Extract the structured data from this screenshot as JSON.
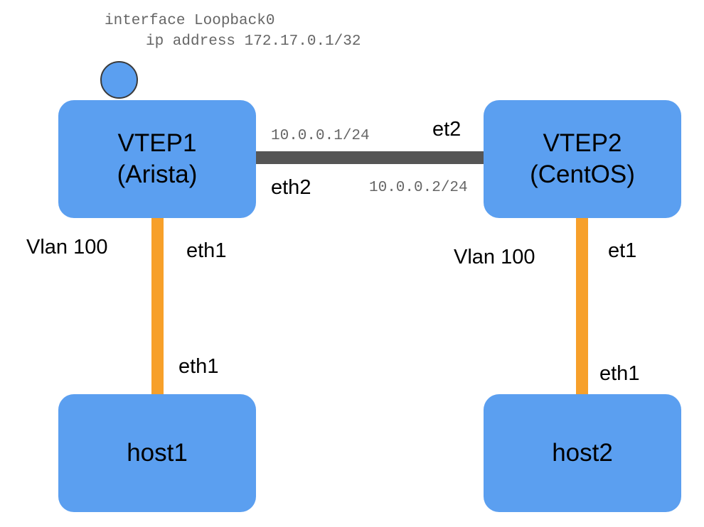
{
  "config_snippet": {
    "line1": "interface Loopback0",
    "line2": "ip address 172.17.0.1/32"
  },
  "nodes": {
    "vtep1": {
      "line1": "VTEP1",
      "line2": "(Arista)"
    },
    "vtep2": {
      "line1": "VTEP2",
      "line2": "(CentOS)"
    },
    "host1": {
      "label": "host1"
    },
    "host2": {
      "label": "host2"
    }
  },
  "links": {
    "vtep_link": {
      "vtep1_ip": "10.0.0.1/24",
      "vtep1_interface": "eth2",
      "vtep2_ip": "10.0.0.2/24",
      "vtep2_interface": "et2"
    },
    "vtep1_host1": {
      "vlan": "Vlan 100",
      "vtep_interface": "eth1",
      "host_interface": "eth1"
    },
    "vtep2_host2": {
      "vlan": "Vlan 100",
      "vtep_interface": "et1",
      "host_interface": "eth1"
    }
  },
  "colors": {
    "node_fill": "#5b9ff0",
    "trunk_link": "#555555",
    "access_link": "#f7a02a",
    "config_text": "#666666"
  }
}
